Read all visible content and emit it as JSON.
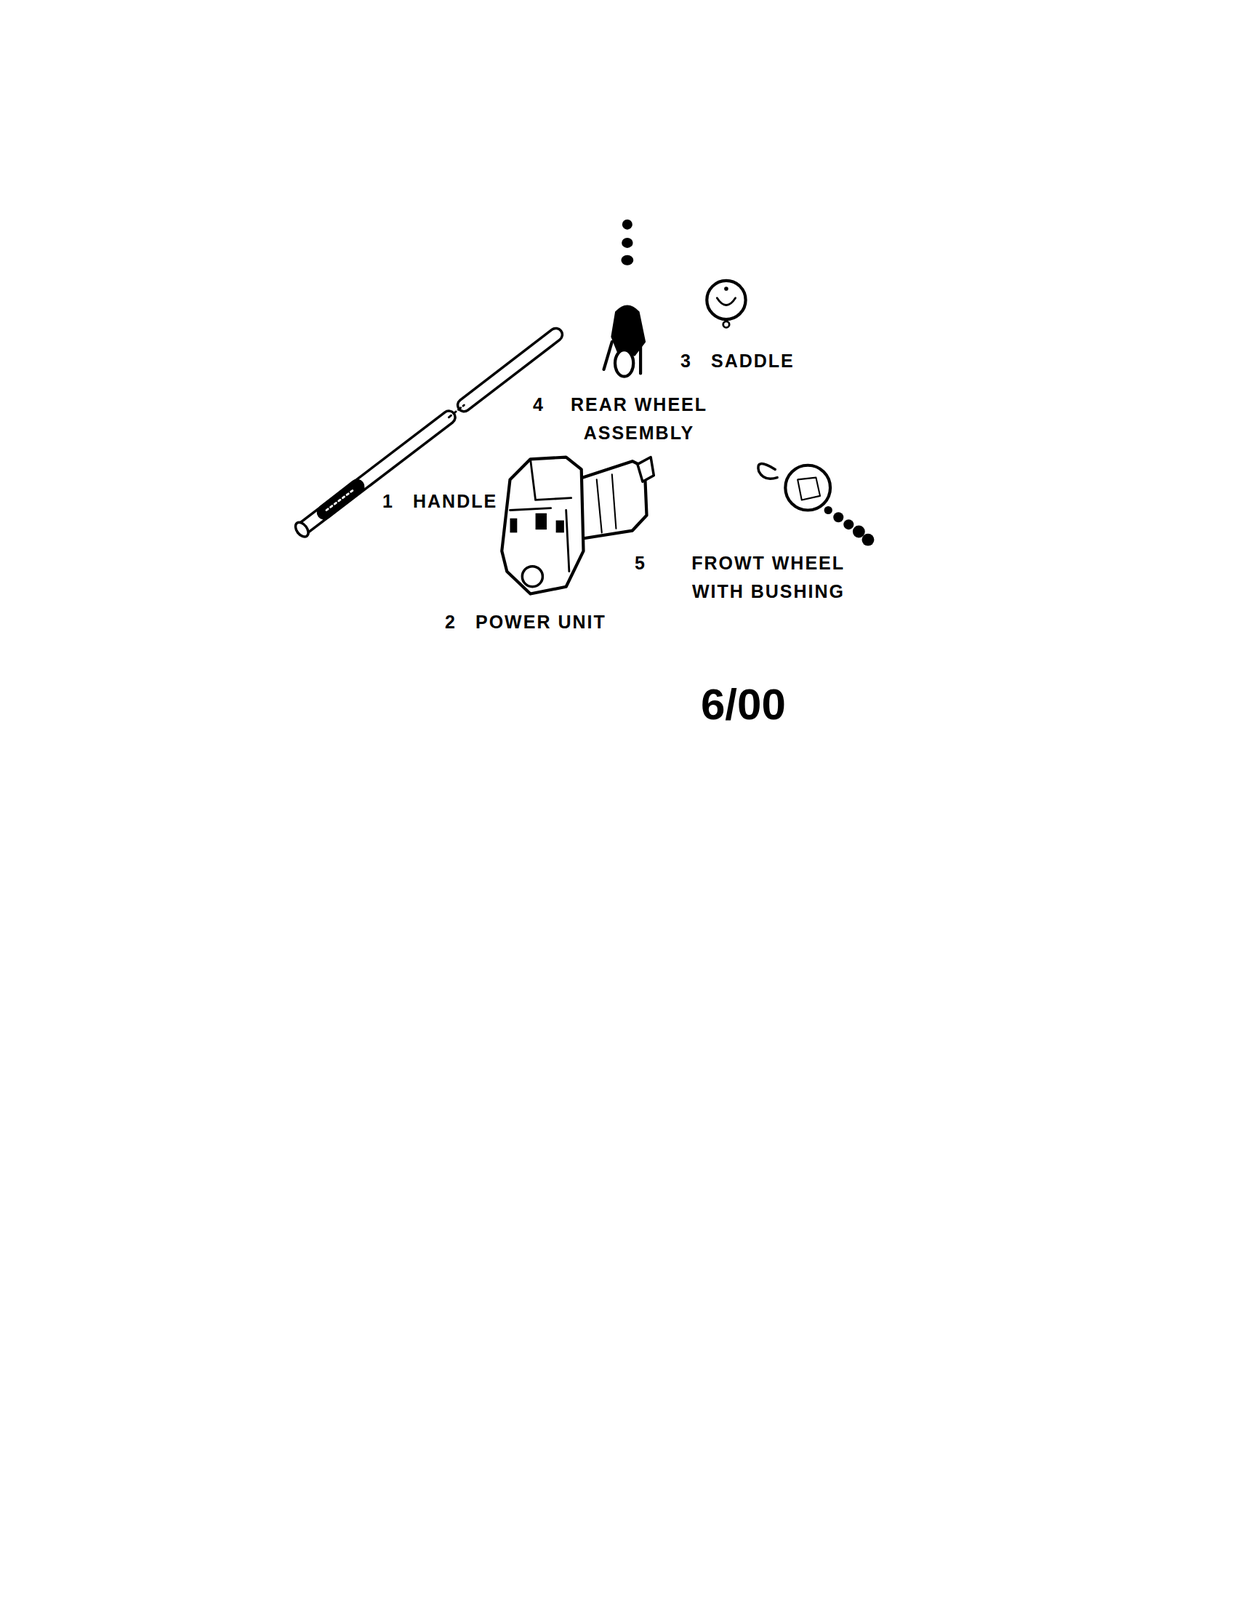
{
  "diagram": {
    "labels": [
      "3",
      "SADDLE",
      "4",
      "REAR WHEEL ASSEMBLY",
      "1",
      "HANDLE",
      "5",
      "FROWT WHEEL WITH BUSHING",
      "2",
      "POWER UNIT",
      "6/00"
    ]
  }
}
